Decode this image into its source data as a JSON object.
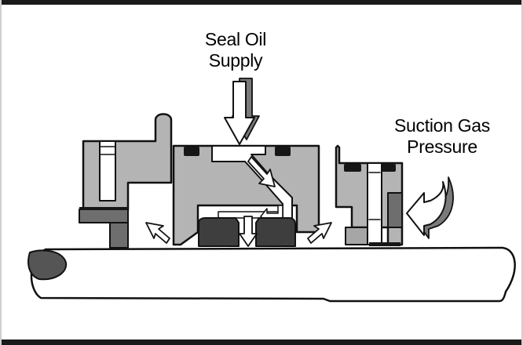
{
  "labels": {
    "seal_oil_supply": [
      "Seal Oil",
      "Supply"
    ],
    "suction_gas_pressure": [
      "Suction Gas",
      "Pressure"
    ]
  },
  "colors": {
    "housing_light": "#b4b4b4",
    "housing_mid": "#a6a6a6",
    "housing_dark": "#6e6e6e",
    "seal_ring_dark": "#3e3e3e",
    "oring_black": "#161616",
    "shaft_fill": "#ffffff",
    "shaft_end_dark": "#555555",
    "outline": "#111111",
    "arrow_fill": "#ffffff",
    "arrow_shadow": "#7a7a7a"
  },
  "icons": {
    "oil_flow": "arrow-down-icon",
    "gas_pressure": "curved-arrow-left-icon",
    "leakage": "diagonal-arrow-icon"
  }
}
